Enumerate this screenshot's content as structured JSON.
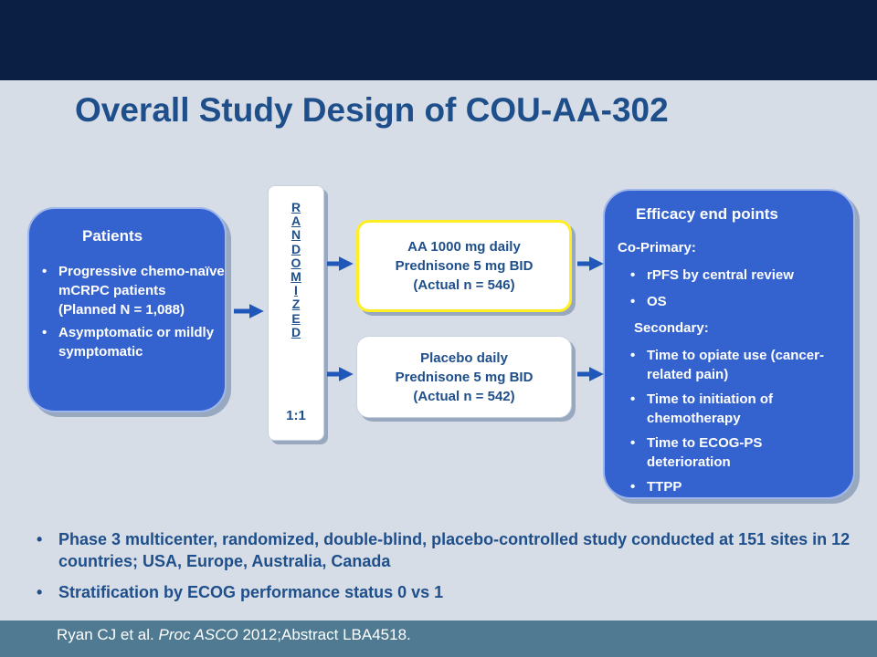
{
  "title": "Overall Study Design of COU-AA-302",
  "patients": {
    "heading": "Patients",
    "items": [
      "Progressive chemo-naïve mCRPC patients (Planned N = 1,088)",
      "Asymptomatic or mildly symptomatic"
    ]
  },
  "randomized": {
    "letters": [
      "R",
      "A",
      "N",
      "D",
      "O",
      "M",
      "I",
      "Z",
      "E",
      "D"
    ],
    "ratio": "1:1"
  },
  "arms": {
    "aa": [
      "AA 1000 mg daily",
      "Prednisone 5 mg BID",
      "(Actual n = 546)"
    ],
    "placebo": [
      "Placebo daily",
      "Prednisone 5 mg BID",
      "(Actual n = 542)"
    ]
  },
  "efficacy": {
    "heading": "Efficacy end points",
    "co_primary_label": "Co-Primary:",
    "co_primary": [
      "rPFS by central review",
      "OS"
    ],
    "secondary_label": "Secondary:",
    "secondary": [
      "Time to opiate use (cancer-related pain)",
      "Time to initiation of chemotherapy",
      "Time to ECOG-PS deterioration",
      "TTPP"
    ]
  },
  "footnotes": [
    "Phase 3 multicenter, randomized, double-blind, placebo-controlled study conducted at 151 sites in 12 countries; USA, Europe, Australia, Canada",
    "Stratification by ECOG performance status 0 vs 1"
  ],
  "citation": {
    "authors": "Ryan CJ et al. ",
    "journal": "Proc ASCO",
    "rest": " 2012;Abstract LBA4518."
  },
  "colors": {
    "title": "#1f4f8a",
    "panel_blue": "#3462cf",
    "top_bar": "#0b1f44",
    "bottom_bar": "#4f7a92",
    "highlight_border": "#ffee22",
    "arrow": "#1f58b8"
  }
}
